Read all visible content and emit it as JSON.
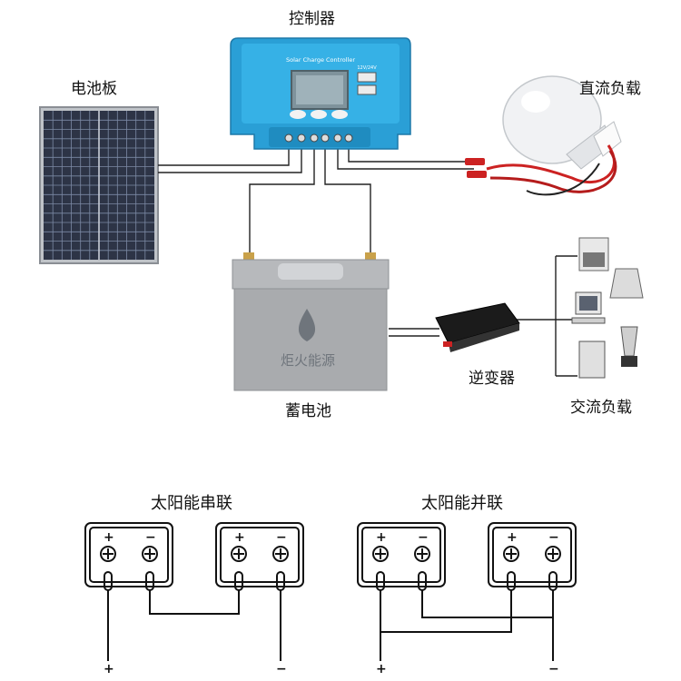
{
  "labels": {
    "controller": "控制器",
    "solar_panel": "电池板",
    "dc_load": "直流负载",
    "battery": "蓄电池",
    "inverter": "逆变器",
    "ac_load": "交流负载"
  },
  "controller_text": "Solar Charge Controller",
  "controller_voltage": "12V/24V",
  "battery_brand": "炬火能源",
  "series": {
    "title": "太阳能串联",
    "terminals": [
      "+",
      "−",
      "+",
      "−"
    ],
    "out_plus": "+",
    "out_minus": "−"
  },
  "parallel": {
    "title": "太阳能并联",
    "terminals": [
      "+",
      "−",
      "+",
      "−"
    ],
    "out_plus": "+",
    "out_minus": "−"
  },
  "colors": {
    "controller_blue": "#2a9fd6",
    "battery_gray": "#a9abae",
    "wire": "#222222",
    "panel_dark": "#2d3446",
    "cable_red": "#d32a2a"
  }
}
